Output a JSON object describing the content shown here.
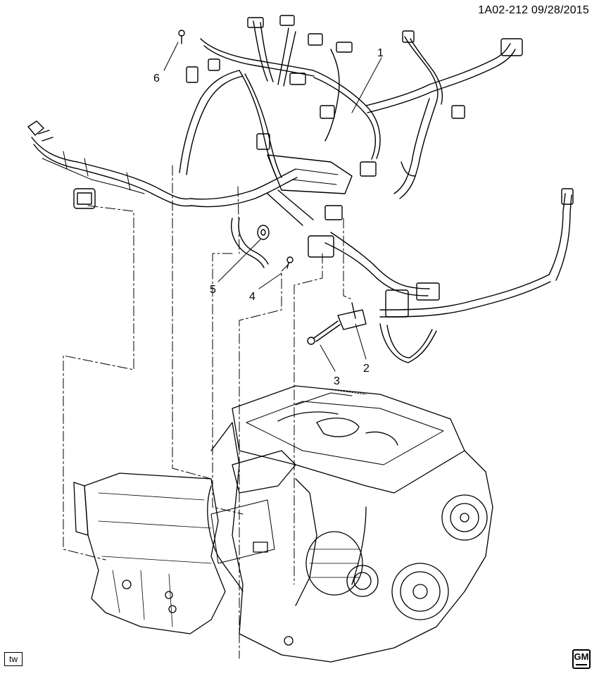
{
  "header": {
    "reference": "1A02-212 09/28/2015"
  },
  "callouts": [
    {
      "number": "1",
      "item": "engine-wiring-harness"
    },
    {
      "number": "2",
      "item": "harness-bracket"
    },
    {
      "number": "3",
      "item": "bracket-bolt"
    },
    {
      "number": "4",
      "item": "harness-retaining-bolt"
    },
    {
      "number": "5",
      "item": "harness-grommet"
    },
    {
      "number": "6",
      "item": "harness-stud"
    }
  ],
  "footer": {
    "view_tag": "tw",
    "logo_text": "GM"
  }
}
